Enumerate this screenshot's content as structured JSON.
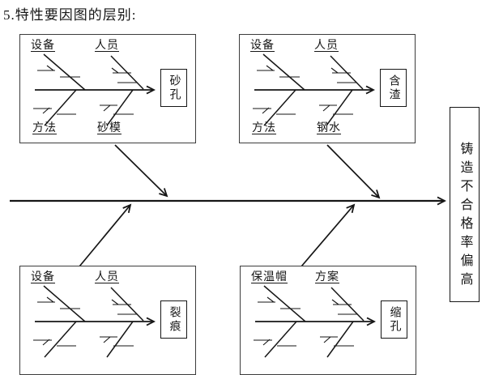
{
  "page": {
    "title": "5.特性要因图的层别:"
  },
  "result_box": {
    "text": "铸造不合格率偏高"
  },
  "diagrams": [
    {
      "id": "sand-hole",
      "top_left_label": "设备",
      "top_right_label": "人员",
      "bottom_left_label": "方法",
      "bottom_right_label": "砂模",
      "effect": "砂孔"
    },
    {
      "id": "slag-inclusion",
      "top_left_label": "设备",
      "top_right_label": "人员",
      "bottom_left_label": "方法",
      "bottom_right_label": "钢水",
      "effect": "含渣"
    },
    {
      "id": "crack",
      "top_left_label": "设备",
      "top_right_label": "人员",
      "bottom_left_label": "",
      "bottom_right_label": "",
      "effect": "裂痕"
    },
    {
      "id": "shrinkage-hole",
      "top_left_label": "保温帽",
      "top_right_label": "方案",
      "bottom_left_label": "",
      "bottom_right_label": "",
      "effect": "缩孔"
    }
  ],
  "colors": {
    "line": "#161616",
    "boxborder": "#3c3c3c",
    "bg": "#ffffff",
    "text": "#161616"
  }
}
